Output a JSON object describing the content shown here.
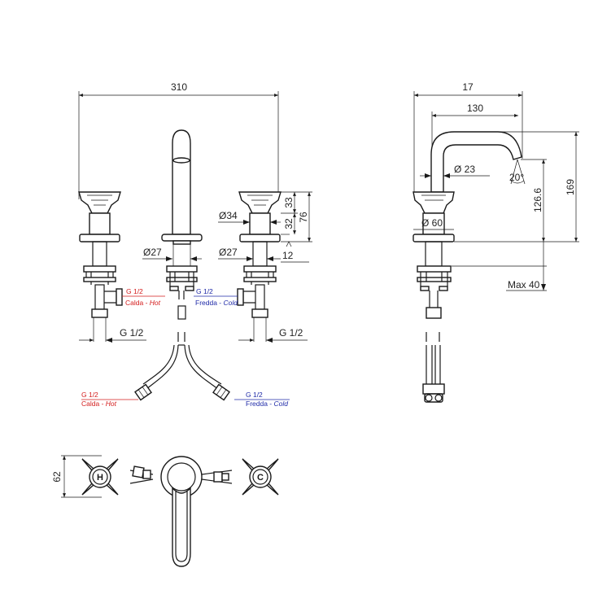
{
  "front_view": {
    "overall_width": "310",
    "dim_33": "33",
    "dim_32": "32",
    "dim_76": "76",
    "dim_12": "12",
    "dia_34": "Ø34",
    "dia_27_left": "Ø27",
    "dia_27_right": "Ø27",
    "thread_left": "G 1/2",
    "thread_right": "G 1/2",
    "hot_thread": "G 1/2",
    "hot_label": "Calda - ",
    "hot_label_en": "Hot",
    "cold_thread": "G 1/2",
    "cold_label": "Fredda - ",
    "cold_label_en": "Cold"
  },
  "hoses": {
    "hot_thread": "G 1/2",
    "hot_label": "Calda - ",
    "hot_label_en": "Hot",
    "cold_thread": "G 1/2",
    "cold_label": "Fredda - ",
    "cold_label_en": "Cold"
  },
  "side_view": {
    "dim_17": "17",
    "dim_130": "130",
    "dia_23": "Ø 23",
    "angle_20": "20°",
    "dim_126_6": "126.6",
    "dim_169": "169",
    "dia_60": "Ø 60",
    "max_40": "Max 40"
  },
  "top_view": {
    "dim_62": "62",
    "hot_letter": "H",
    "cold_letter": "C"
  },
  "colors": {
    "hot": "#d41d1d",
    "cold": "#1f2aa8",
    "line": "#1a1a1a"
  }
}
